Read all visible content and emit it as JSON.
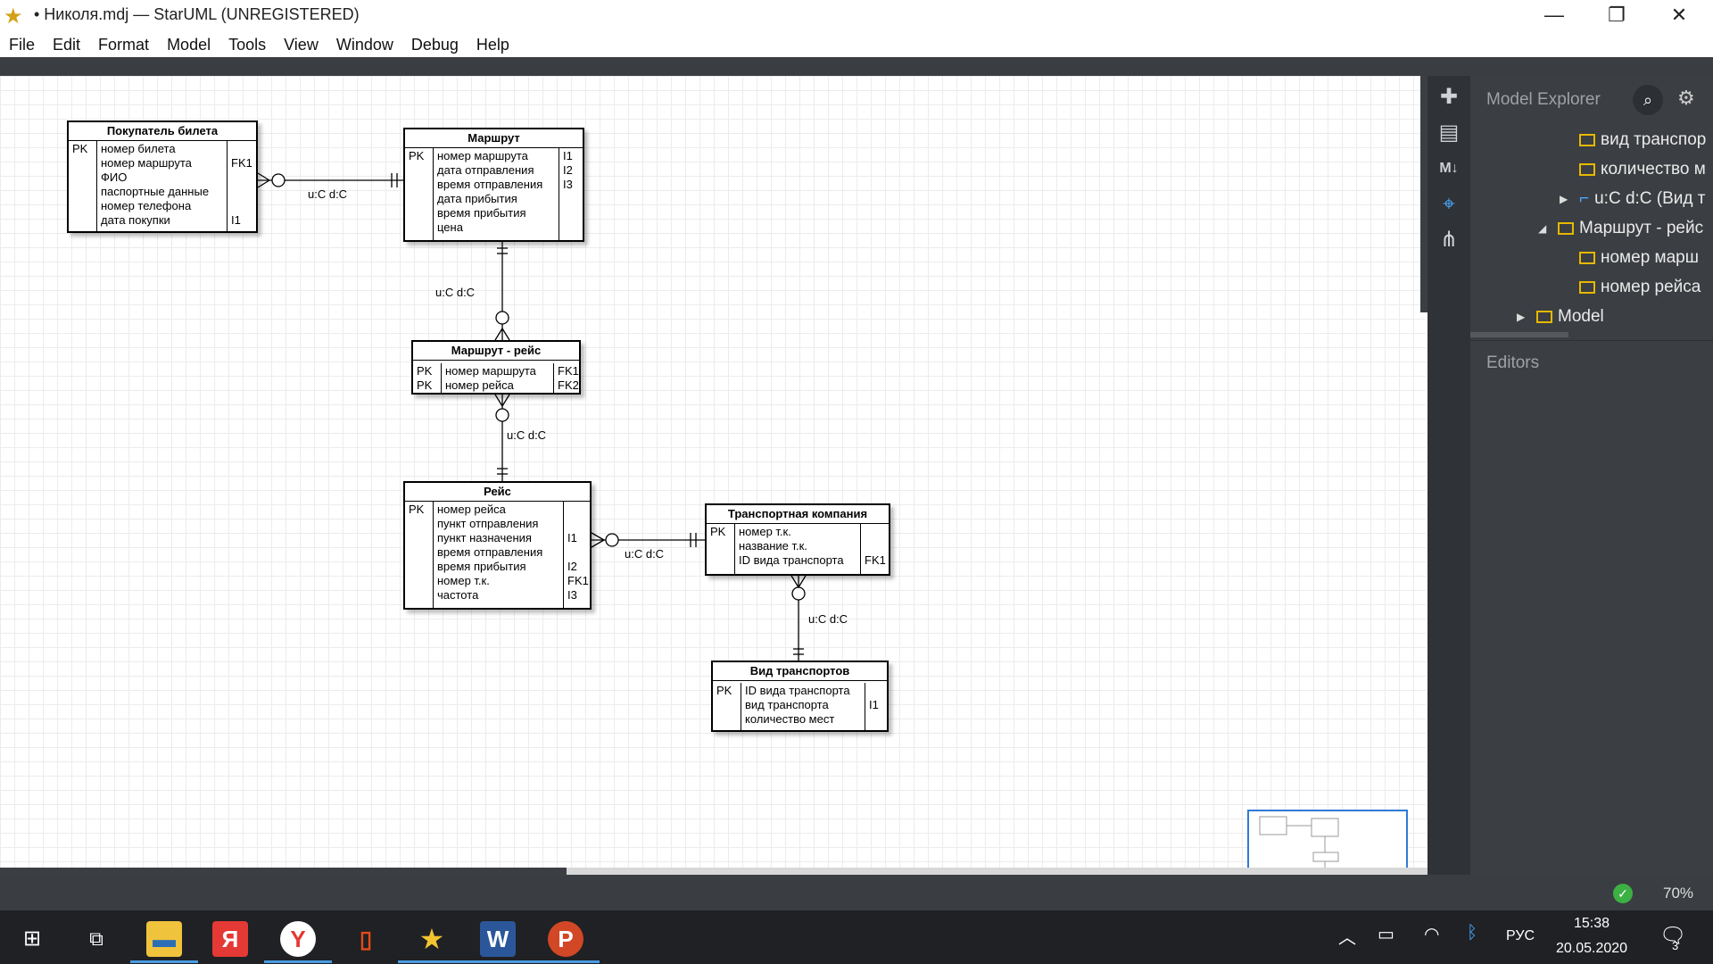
{
  "window": {
    "title": "• Николя.mdj — StarUML (UNREGISTERED)"
  },
  "menu": [
    "File",
    "Edit",
    "Format",
    "Model",
    "Tools",
    "View",
    "Window",
    "Debug",
    "Help"
  ],
  "entities": {
    "ticket_buyer": {
      "name": "Покупатель билета",
      "pk": [
        "PK",
        "",
        "",
        "",
        "",
        ""
      ],
      "attrs": [
        "номер билета",
        "номер маршрута",
        "ФИО",
        "паспортные данные",
        "номер телефона",
        "дата покупки"
      ],
      "keys": [
        "",
        "FK1",
        "",
        "",
        "",
        "I1"
      ]
    },
    "route": {
      "name": "Маршрут",
      "pk": [
        "PK",
        "",
        "",
        "",
        "",
        ""
      ],
      "attrs": [
        "номер маршрута",
        "дата отправления",
        "время отправления",
        "дата прибытия",
        "время прибытия",
        "цена"
      ],
      "keys": [
        "I1",
        "I2",
        "I3",
        "",
        "",
        ""
      ]
    },
    "route_trip": {
      "name": "Маршрут - рейс",
      "pk": [
        "PK",
        "PK"
      ],
      "attrs": [
        "номер маршрута",
        "номер рейса"
      ],
      "keys": [
        "FK1",
        "FK2"
      ]
    },
    "trip": {
      "name": "Рейс",
      "pk": [
        "PK",
        "",
        "",
        "",
        "",
        "",
        ""
      ],
      "attrs": [
        "номер рейса",
        "пункт отправления",
        "пункт назначения",
        "время отправления",
        "время прибытия",
        "номер т.к.",
        "частота"
      ],
      "keys": [
        "",
        "",
        "I1",
        "",
        "I2",
        "FK1",
        "I3"
      ]
    },
    "transport_company": {
      "name": "Транспортная компания",
      "pk": [
        "PK",
        "",
        ""
      ],
      "attrs": [
        "номер т.к.",
        "название т.к.",
        "ID вида транспорта"
      ],
      "keys": [
        "",
        "",
        "FK1"
      ]
    },
    "transport_type": {
      "name": "Вид транспортов",
      "pk": [
        "PK",
        "",
        ""
      ],
      "attrs": [
        "ID вида транспорта",
        "вид транспорта",
        "количество мест"
      ],
      "keys": [
        "",
        "I1",
        ""
      ]
    }
  },
  "relations": {
    "r1": "u:C d:C",
    "r2": "u:C d:C",
    "r3": "u:C d:C",
    "r4": "u:C d:C",
    "r5": "u:C d:C"
  },
  "explorer": {
    "title": "Model Explorer",
    "items": [
      "вид транспор",
      "количество м",
      "u:C d:C (Вид т",
      "Маршрут - рейс",
      "номер марш",
      "номер рейса",
      "Model"
    ],
    "editors_label": "Editors"
  },
  "status": {
    "zoom": "70%"
  },
  "taskbar": {
    "lang": "РУС",
    "time": "15:38",
    "date": "20.05.2020",
    "notifications": "3"
  }
}
